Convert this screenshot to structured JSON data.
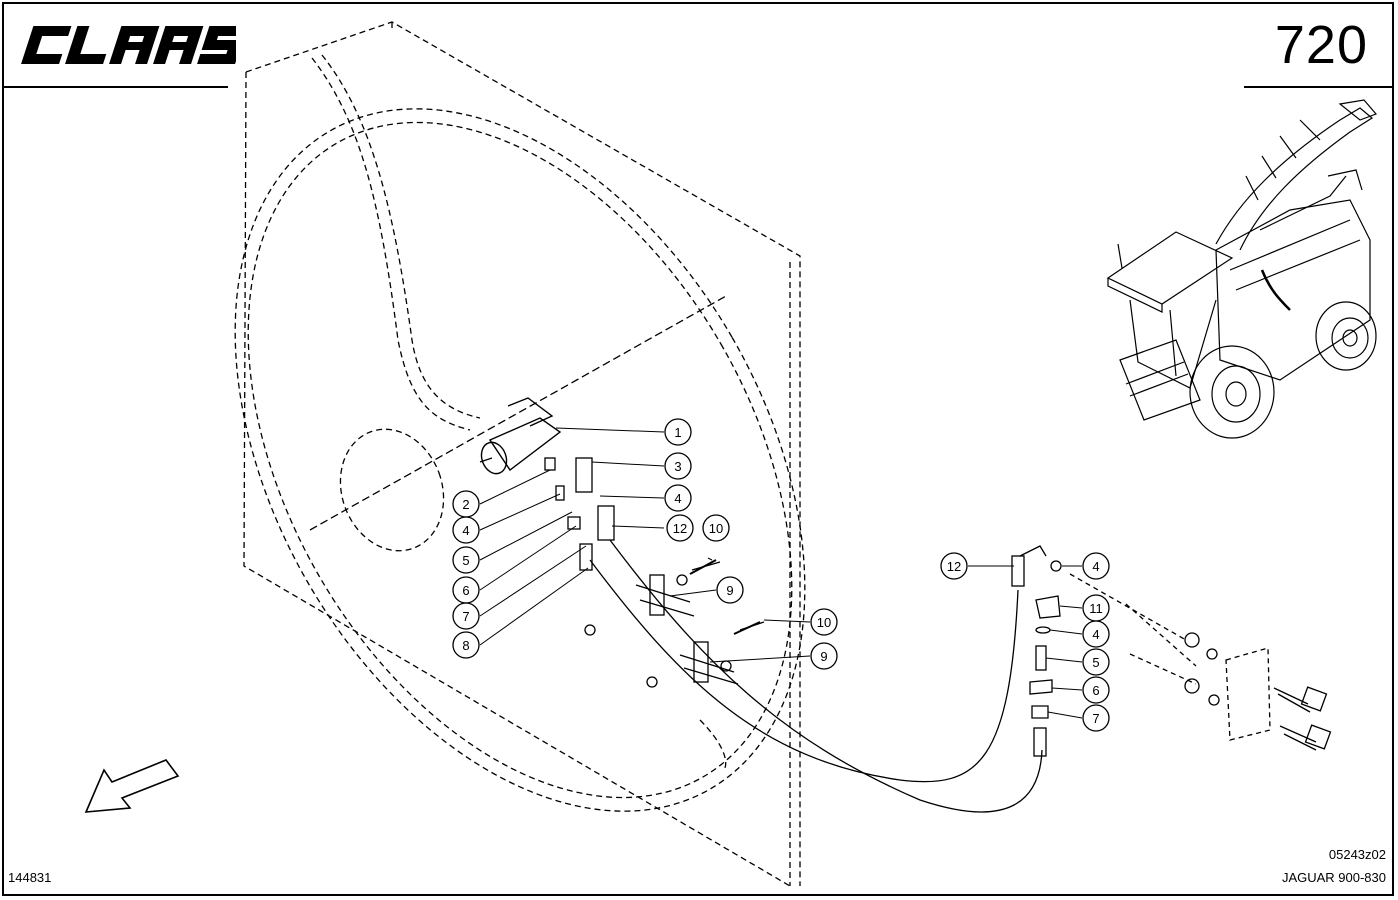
{
  "brand": {
    "name": "CLAAS"
  },
  "page_number": "720",
  "footer": {
    "doc_id": "144831",
    "image_code": "05243z02",
    "model": "JAGUAR 900-830"
  },
  "callouts": [
    {
      "id": "c1",
      "label": "1"
    },
    {
      "id": "c3",
      "label": "3"
    },
    {
      "id": "c4a",
      "label": "4"
    },
    {
      "id": "c12a",
      "label": "12"
    },
    {
      "id": "c10a",
      "label": "10"
    },
    {
      "id": "c2",
      "label": "2"
    },
    {
      "id": "c4b",
      "label": "4"
    },
    {
      "id": "c5a",
      "label": "5"
    },
    {
      "id": "c6a",
      "label": "6"
    },
    {
      "id": "c7a",
      "label": "7"
    },
    {
      "id": "c8",
      "label": "8"
    },
    {
      "id": "c9a",
      "label": "9"
    },
    {
      "id": "c10b",
      "label": "10"
    },
    {
      "id": "c9b",
      "label": "9"
    },
    {
      "id": "c12b",
      "label": "12"
    },
    {
      "id": "c4c",
      "label": "4"
    },
    {
      "id": "c11",
      "label": "11"
    },
    {
      "id": "c4d",
      "label": "4"
    },
    {
      "id": "c5b",
      "label": "5"
    },
    {
      "id": "c6b",
      "label": "6"
    },
    {
      "id": "c7b",
      "label": "7"
    }
  ]
}
